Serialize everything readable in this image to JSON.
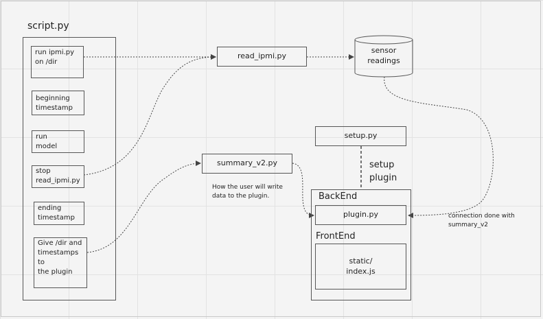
{
  "diagram": {
    "script_title": "script.py",
    "script_steps": [
      "run ipmi.py\non /dir",
      "beginning\ntimestamp",
      "run\nmodel",
      "stop\nread_ipmi.py",
      "ending\ntimestamp",
      "Give /dir and\ntimestamps to\nthe plugin"
    ],
    "read_ipmi": "read_ipmi.py",
    "sensor": "sensor\nreadings",
    "setup": "setup.py",
    "setup_plugin_label": "setup\nplugin",
    "summary": "summary_v2.py",
    "summary_note": "How the user will write\ndata to the plugin.",
    "backend_label": "BackEnd",
    "plugin": "plugin.py",
    "frontend_label": "FrontEnd",
    "static": "static/\nindex.js",
    "connection_note": "connection done with\nsummary_v2"
  },
  "colors": {
    "background": "#f4f4f4",
    "grid": "#e2e2e2",
    "line": "#555555"
  }
}
